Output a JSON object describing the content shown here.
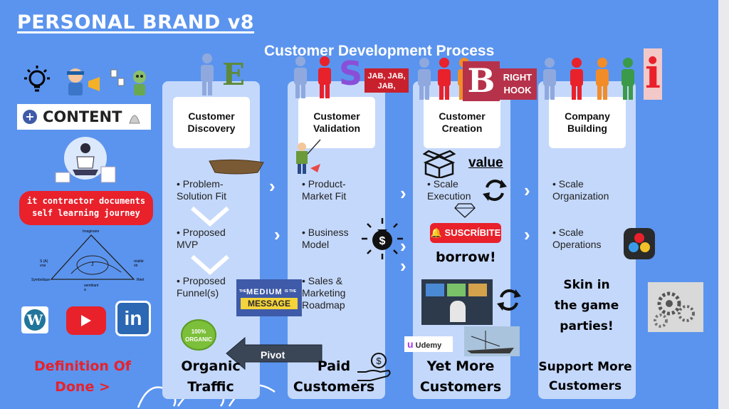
{
  "title": "PERSONAL BRAND v8",
  "process_title": "Customer Development Process",
  "left": {
    "content_label": "CONTENT",
    "pill_text": "it contractor documents\nself learning journey",
    "triangle": {
      "top": "Imaginaire",
      "left": "S (A)\nvrai",
      "left2": "Symbolique",
      "right": "réalité\nvb",
      "right2": "Réel",
      "bottom": "semblant\na",
      "center": "J"
    },
    "definition": "Definition Of\nDone >"
  },
  "stickers": {
    "e": "E",
    "s": "S",
    "b": "B",
    "i": "i",
    "jab": "JAB, JAB,\nJAB,",
    "right_hook": "RIGHT\nHOOK"
  },
  "columns": [
    {
      "header": "Customer\nDiscovery",
      "items": [
        "Problem-\nSolution Fit",
        "Proposed\nMVP",
        "Proposed\nFunnel(s)"
      ],
      "bottom": "Organic\nTraffic"
    },
    {
      "header": "Customer\nValidation",
      "items": [
        "Product-\nMarket Fit",
        "Business\nModel",
        "Sales &\nMarketing\nRoadmap"
      ],
      "bottom": "Paid\nCustomers"
    },
    {
      "header": "Customer\nCreation",
      "items": [
        "Scale\nExecution"
      ],
      "value_label": "value",
      "subscribe_label": "SUSCRÍBITE",
      "borrow_label": "borrow!",
      "udemy_label": "Udemy",
      "bottom": "Yet More\nCustomers"
    },
    {
      "header": "Company\nBuilding",
      "items": [
        "Scale\nOrganization",
        "Scale\nOperations"
      ],
      "skin_label": "Skin in\nthe game\nparties!",
      "bottom": "Support More\nCustomers"
    }
  ],
  "pivot_label": "Pivot",
  "badges": {
    "organic": "100%\nORGANIC",
    "medium": "MEDIUM",
    "message": "MESSAGE",
    "medium_the": "THE",
    "medium_is_the": "IS THE",
    "wordpress": "W",
    "linkedin": "in"
  },
  "icons": {
    "lightbulb": "lightbulb-icon",
    "boat": "boat-icon",
    "fisherman": "fisherman-icon",
    "money": "money-bag-icon",
    "box": "box-icon",
    "diamond": "diamond-icon",
    "refresh": "refresh-icon",
    "hand": "hand-money-icon",
    "gears": "gears-icon",
    "davinci": "davinci-resolve-icon"
  },
  "colors": {
    "background": "#5b94ee",
    "column": "#c4d8fb",
    "red": "#e8212b",
    "white": "#ffffff"
  }
}
